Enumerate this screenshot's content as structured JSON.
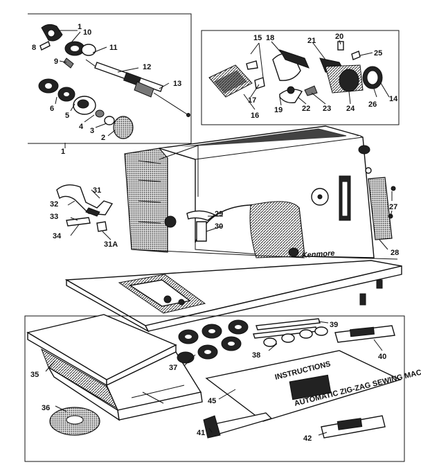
{
  "diagram": {
    "brand_script": "Kenmore",
    "manual_title": "INSTRUCTIONS",
    "manual_subtitle": "AUTOMATIC ZIG-ZAG SEWING MACHINE",
    "parts": [
      {
        "id": "p1",
        "text": "1"
      },
      {
        "id": "p1b",
        "text": "1"
      },
      {
        "id": "p2",
        "text": "2"
      },
      {
        "id": "p3",
        "text": "3"
      },
      {
        "id": "p4",
        "text": "4"
      },
      {
        "id": "p5",
        "text": "5"
      },
      {
        "id": "p6",
        "text": "6"
      },
      {
        "id": "p8",
        "text": "8"
      },
      {
        "id": "p9",
        "text": "9"
      },
      {
        "id": "p10",
        "text": "10"
      },
      {
        "id": "p11",
        "text": "11"
      },
      {
        "id": "p12",
        "text": "12"
      },
      {
        "id": "p13",
        "text": "13"
      },
      {
        "id": "p14",
        "text": "14"
      },
      {
        "id": "p15",
        "text": "15"
      },
      {
        "id": "p16",
        "text": "16"
      },
      {
        "id": "p17",
        "text": "17"
      },
      {
        "id": "p18",
        "text": "18"
      },
      {
        "id": "p19",
        "text": "19"
      },
      {
        "id": "p20",
        "text": "20"
      },
      {
        "id": "p21",
        "text": "21"
      },
      {
        "id": "p22",
        "text": "22"
      },
      {
        "id": "p23",
        "text": "23"
      },
      {
        "id": "p24",
        "text": "24"
      },
      {
        "id": "p25",
        "text": "25"
      },
      {
        "id": "p26",
        "text": "26"
      },
      {
        "id": "p27",
        "text": "27"
      },
      {
        "id": "p28",
        "text": "28"
      },
      {
        "id": "p29",
        "text": "29"
      },
      {
        "id": "p30",
        "text": "30"
      },
      {
        "id": "p31",
        "text": "31"
      },
      {
        "id": "p31a",
        "text": "31A"
      },
      {
        "id": "p32",
        "text": "32"
      },
      {
        "id": "p33",
        "text": "33"
      },
      {
        "id": "p34",
        "text": "34"
      },
      {
        "id": "p35",
        "text": "35"
      },
      {
        "id": "p36",
        "text": "36"
      },
      {
        "id": "p37",
        "text": "37"
      },
      {
        "id": "p38",
        "text": "38"
      },
      {
        "id": "p39",
        "text": "39"
      },
      {
        "id": "p40",
        "text": "40"
      },
      {
        "id": "p41",
        "text": "41"
      },
      {
        "id": "p42",
        "text": "42"
      },
      {
        "id": "p45",
        "text": "45"
      }
    ]
  }
}
